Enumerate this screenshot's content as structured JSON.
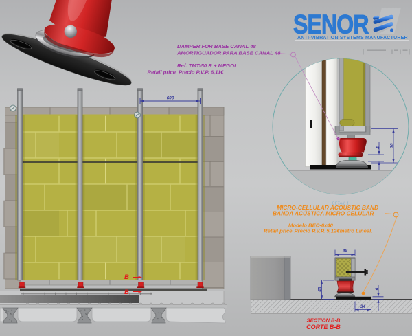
{
  "brand": {
    "name": "SENOR",
    "tagline": "ANTI-VIBRATION SYSTEMS MANUFACTURER",
    "color": "#2d79d1"
  },
  "damper_note": {
    "title_en": "DAMPER FOR BASE CANAL 48",
    "title_es": "AMORTIGUADOR PARA BASE CANAL 48",
    "reference": "Ref. TMT-50 R + MEGOL",
    "price_prefix": "Retail price",
    "price": "Precio P.V.P. 6,11€",
    "color": "#9a35a2"
  },
  "band_note": {
    "title_en": "MICRO-CELLULAR ACOUSTIC BAND",
    "title_es": "BANDA ACÚSTICA MICRO CELULAR",
    "model": "Modelo BEC-6x40",
    "price_prefix": "Retail price",
    "price": "Precio P.V.P. 5,12€metro Lineal.",
    "color": "#ef8a1a"
  },
  "elevation": {
    "width_dim": "600",
    "section_marker": "B"
  },
  "detail": {
    "caption": "DETAIL 1",
    "dim_gap": "4",
    "dim_height": "30"
  },
  "section": {
    "dim_width": "48",
    "dim_height": "45",
    "dim_band_width": "34",
    "dim_band_height": "6",
    "label_en": "SECTION B-B",
    "label_es": "CORTE B-B"
  }
}
